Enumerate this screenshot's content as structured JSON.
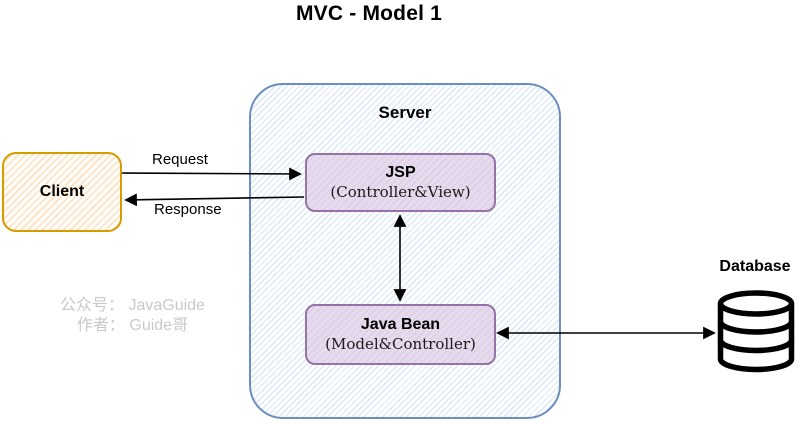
{
  "title": "MVC  - Model 1",
  "client": {
    "label": "Client"
  },
  "server": {
    "label": "Server",
    "jsp": {
      "name": "JSP",
      "role": "(Controller&View)"
    },
    "java_bean": {
      "name": "Java Bean",
      "role": "(Model&Controller)"
    }
  },
  "database": {
    "label": "Database",
    "icon": "database-cylinder-icon"
  },
  "arrows": {
    "request": "Request",
    "response": "Response"
  },
  "watermark": {
    "line1": "公众号： JavaGuide",
    "line2": "作者： Guide哥"
  },
  "colors": {
    "client_border": "#d79b00",
    "client_hatch": "#ffdfbd",
    "server_border": "#6c8ebf",
    "server_hatch": "#dbe7f8",
    "module_border": "#9673a6",
    "module_fill": "#e6dbec",
    "arrow": "#000000",
    "watermark_text": "#c9c9c9"
  }
}
